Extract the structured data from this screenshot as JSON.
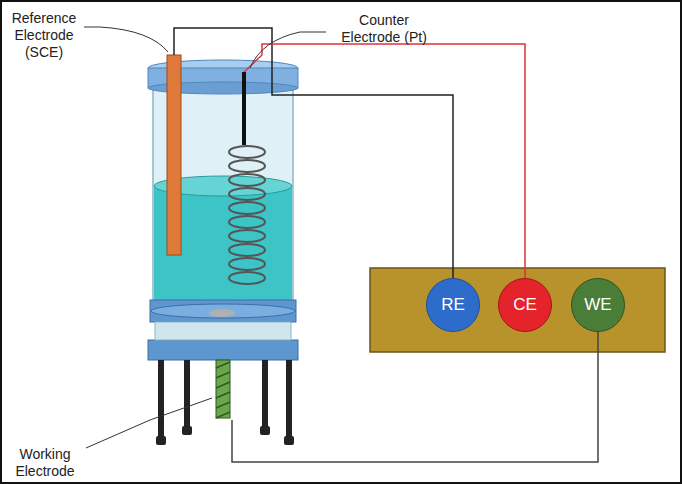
{
  "diagram": {
    "nodes": [
      {
        "text": [
          "RE"
        ]
      },
      {
        "text": [
          "CE"
        ]
      },
      {
        "text": [
          "WE"
        ]
      }
    ],
    "labels": [
      "Reference Electrode (SCE)",
      "Counter Electrode (Pt)",
      "Working Electrode"
    ]
  }
}
